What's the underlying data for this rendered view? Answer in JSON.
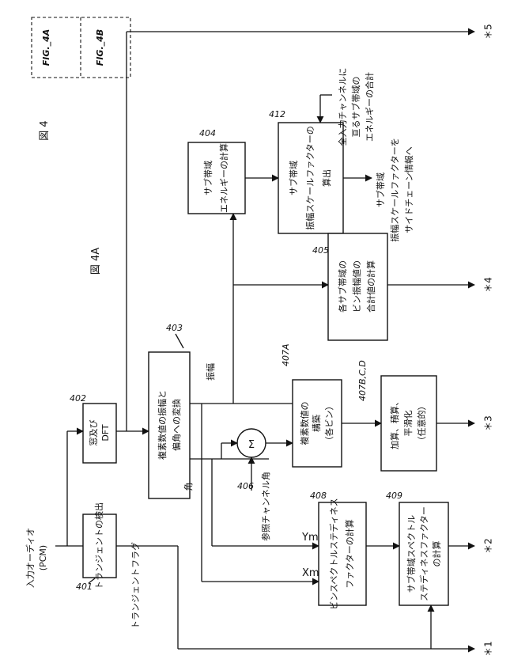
{
  "fig_panel": {
    "a": "FIG._4A",
    "b": "FIG._4B"
  },
  "fig_number": "図 4",
  "subfig": "図 4A",
  "input": {
    "l1": "入力オーディオ",
    "l2": "(PCM)"
  },
  "refs": {
    "r401": "401",
    "r402": "402",
    "r403": "403",
    "r404": "404",
    "r405": "405",
    "r406": "406",
    "r407a": "407A",
    "r407b": "407B,C,D",
    "r408": "408",
    "r409": "409",
    "r412": "412"
  },
  "blocks": {
    "b401": {
      "l1": "トランジェントの検出"
    },
    "b402": {
      "l1": "窓及び",
      "l2": "DFT"
    },
    "b403": {
      "l1": "複素数値の振幅と",
      "l2": "偏角への変換"
    },
    "b404": {
      "l1": "サブ帯域",
      "l2": "エネルギーの計算"
    },
    "b412": {
      "l1": "サブ帯域",
      "l2": "振幅スケールファクターの",
      "l3": "算出"
    },
    "b405": {
      "l1": "各サブ帯域の",
      "l2": "ビン振幅値の",
      "l3": "合計値の計算"
    },
    "b407a": {
      "l1": "複素数値の",
      "l2": "構築",
      "l3": "（各ビン）"
    },
    "b407b": {
      "l1": "加算、積算、",
      "l2": "平滑化",
      "l3": "（任意的）"
    },
    "b408": {
      "l1": "ビンスペクトルステディネス",
      "l2": "ファクターの計算"
    },
    "b409": {
      "l1": "サブ帯域スペクトル",
      "l2": "ステディネスファクター",
      "l3": "の計算"
    }
  },
  "labels": {
    "amplitude": "振幅",
    "angle": "角",
    "sigma": "Σ",
    "reference": "参照チャンネル角",
    "xm": "Xm",
    "ym": "Ym",
    "transient_flag": "トランジェントフラグ",
    "energy_sum": {
      "l1": "全入力チャンネルに",
      "l2": "亘るサブ帯域の",
      "l3": "エネルギーの合計"
    },
    "sidechain": {
      "l1": "サブ帯域",
      "l2": "振幅スケールファクターを",
      "l3": "サイドチェーン情報へ"
    }
  },
  "terminals": {
    "t1": "＊1",
    "t2": "＊2",
    "t3": "＊3",
    "t4": "＊4",
    "t5": "＊5"
  }
}
